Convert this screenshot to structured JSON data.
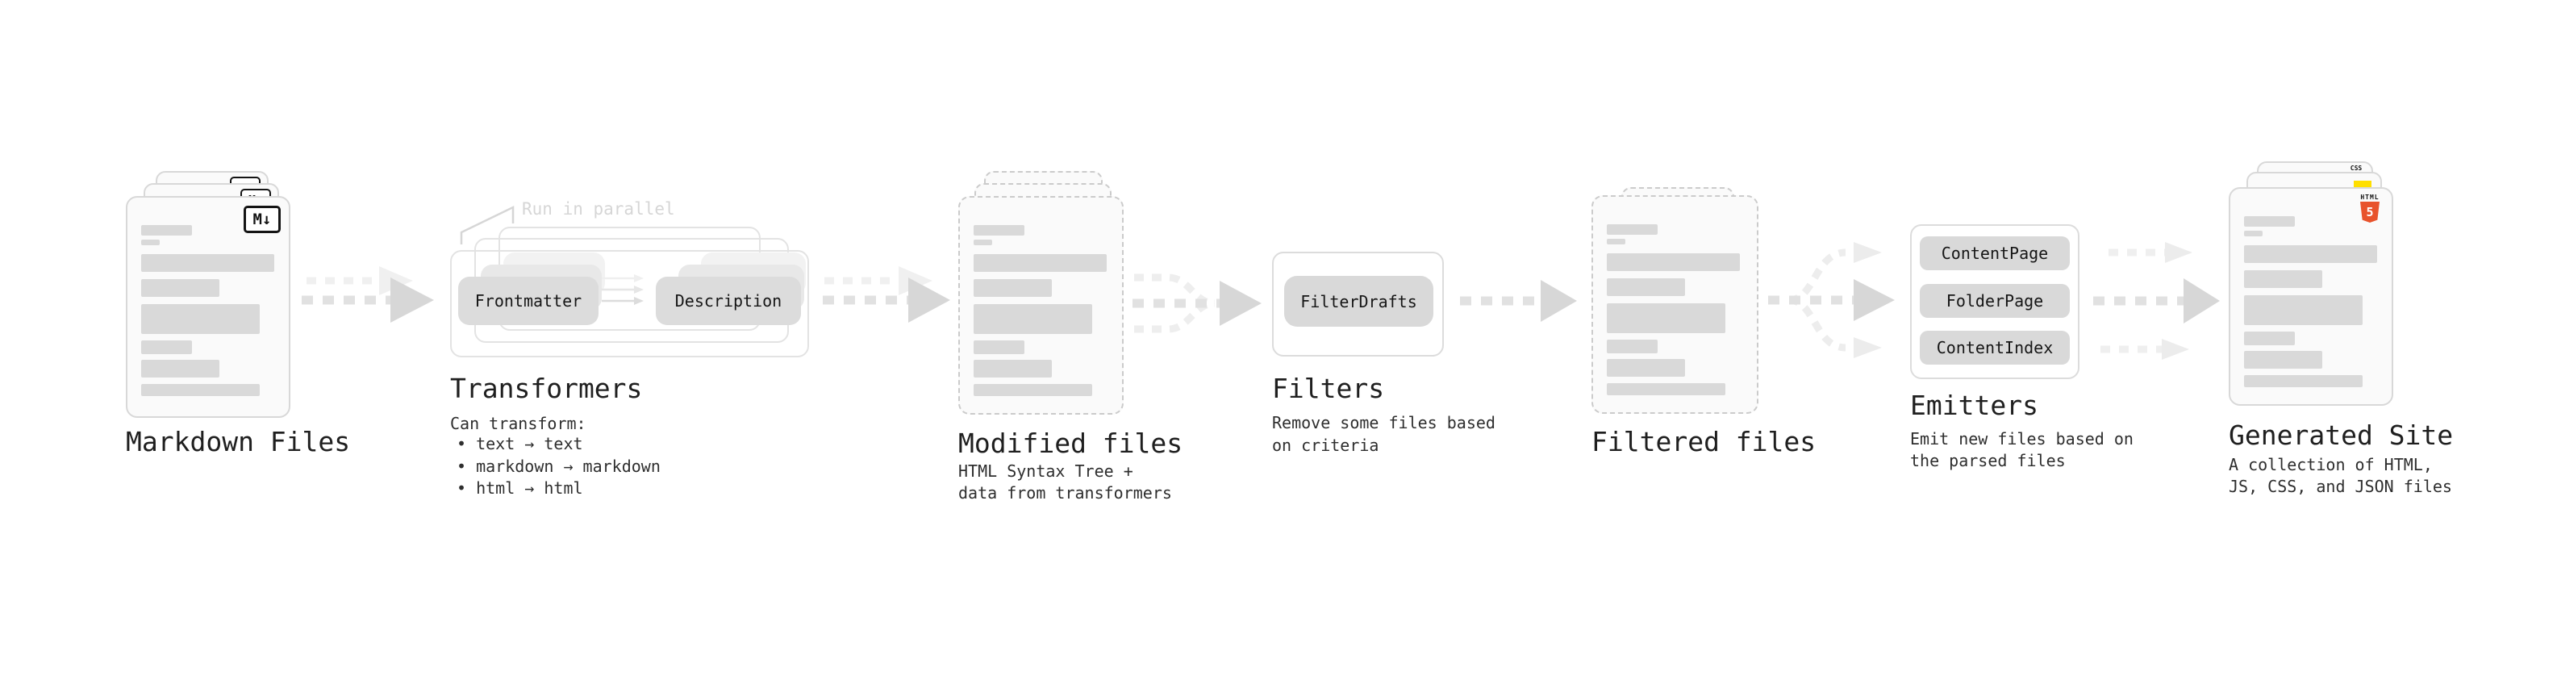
{
  "stages": {
    "markdown": {
      "title": "Markdown Files"
    },
    "transformers": {
      "title": "Transformers",
      "note": "Run in parallel",
      "pill_left": "Frontmatter",
      "pill_right": "Description",
      "desc_heading": "Can transform:",
      "bullets": [
        "• text → text",
        "• markdown → markdown",
        "• html → html"
      ]
    },
    "modified": {
      "title": "Modified files",
      "desc": [
        "HTML Syntax Tree +",
        "data from transformers"
      ]
    },
    "filters": {
      "title": "Filters",
      "pill": "FilterDrafts",
      "desc": [
        "Remove some files based",
        "on criteria"
      ]
    },
    "filtered": {
      "title": "Filtered files"
    },
    "emitters": {
      "title": "Emitters",
      "pills": [
        "ContentPage",
        "FolderPage",
        "ContentIndex"
      ],
      "desc": [
        "Emit new files based on",
        "the parsed files"
      ]
    },
    "generated": {
      "title": "Generated Site",
      "desc": [
        "A collection of HTML,",
        "JS, CSS, and JSON files"
      ]
    }
  },
  "icons": {
    "markdown_badge": "M↓",
    "css_badge": "CSS",
    "html5_word": "HTML",
    "html5_numeral": "5",
    "js_badge": "js-yellow-square"
  },
  "colors": {
    "background": "#ffffff",
    "card_fill": "#fafafa",
    "card_border": "#d8d8d8",
    "dashed_border": "#cbcbcb",
    "placeholder_gray": "#d9d9d9",
    "pill_gray": "#dcdcdc",
    "arrow_gray": "#d7d7d7",
    "note_gray": "#d6d6d6",
    "html5_orange": "#e8532c",
    "js_yellow": "#ffdf00",
    "css_blue": "#2962ff",
    "text_dark": "#1f1f1f"
  }
}
